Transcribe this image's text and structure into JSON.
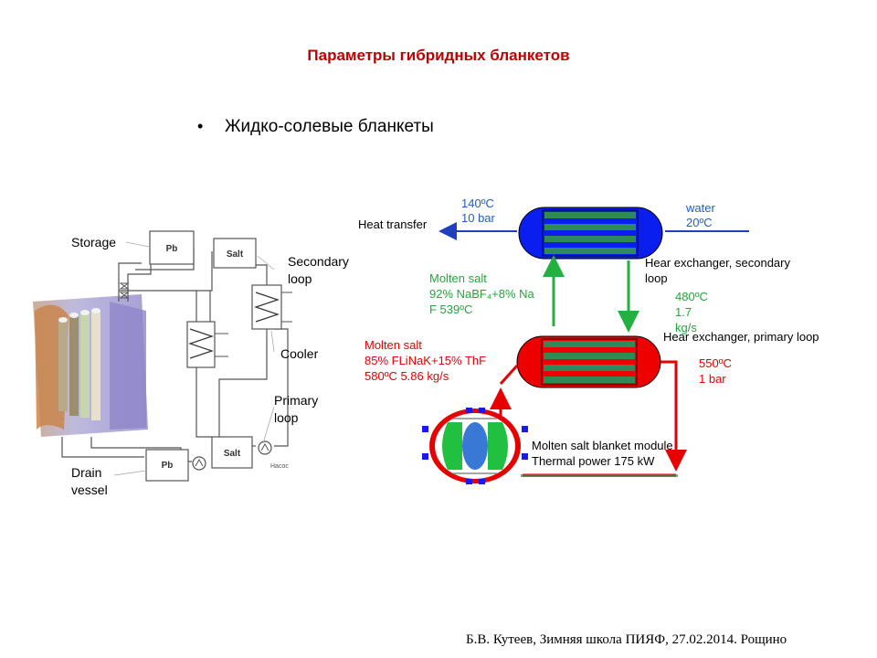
{
  "slide": {
    "title": "Параметры гибридных бланкетов",
    "bullet_symbol": "•",
    "bullet_text": "Жидко-солевые бланкеты",
    "footer": "Б.В. Кутеев, Зимняя школа ПИЯФ, 27.02.2014. Рощино"
  },
  "left_diagram": {
    "labels": {
      "storage": "Storage",
      "secondary_loop": [
        "Secondary",
        "loop"
      ],
      "cooler": "Cooler",
      "primary_loop": [
        "Primary",
        "loop"
      ],
      "drain_vessel": [
        "Drain",
        "vessel"
      ]
    },
    "tanks": {
      "pb_top": "Pb",
      "salt_top": "Salt",
      "pb_bottom": "Pb",
      "salt_bottom": "Salt"
    },
    "pump_caption": "Насос"
  },
  "right_diagram": {
    "heat_transfer": "Heat transfer",
    "secondary_inlet": [
      "140ºC",
      "10 bar"
    ],
    "water": [
      "water",
      "20ºC"
    ],
    "hx_secondary": [
      "Hear exchanger, secondary",
      "loop"
    ],
    "molten_salt_secondary": [
      "Molten salt",
      "92% NaBF₄+8% Na",
      "F 539ºC"
    ],
    "secondary_flow": [
      "480ºC",
      "1.7",
      "kg/s"
    ],
    "hx_primary": "Hear exchanger, primary loop",
    "molten_salt_primary": [
      "Molten salt",
      "85% FLiNaK+15% ThF",
      "580ºC 5.86 kg/s"
    ],
    "primary_return": [
      "550ºC",
      "1 bar"
    ],
    "blanket_module": [
      "Molten salt blanket module",
      "Thermal power 175 kW"
    ]
  },
  "colors": {
    "title": "#c00000",
    "hx_blue": "#0a1ef0",
    "hx_red": "#ee0000",
    "tube_green": "#2e8b57",
    "flow_blue": "#1f3fbf",
    "flow_green": "#22b040",
    "flow_red": "#e60000"
  }
}
